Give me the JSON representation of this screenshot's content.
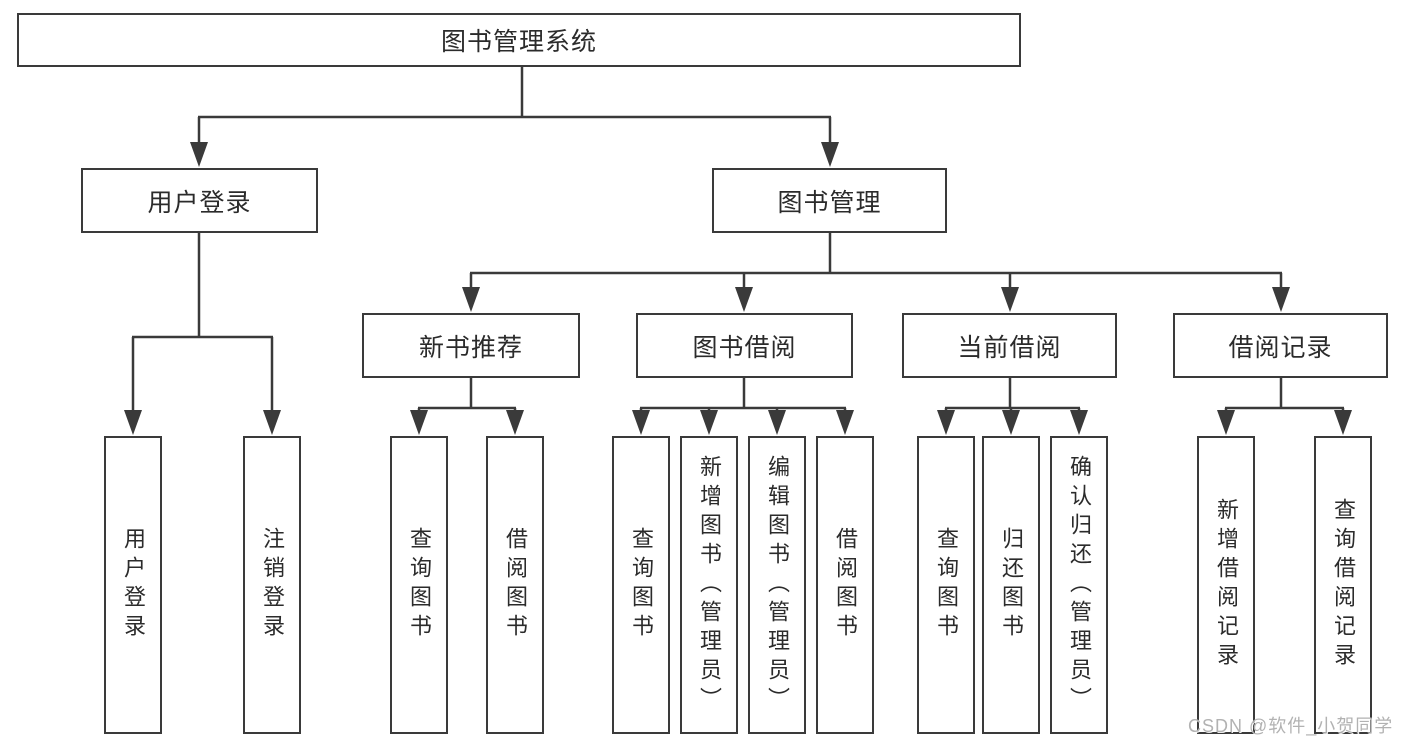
{
  "diagram": {
    "root": {
      "label": "图书管理系统"
    },
    "branches": [
      {
        "label": "用户登录",
        "children": [
          "用户登录",
          "注销登录"
        ]
      },
      {
        "label": "图书管理",
        "modules": [
          {
            "label": "新书推荐",
            "children": [
              "查询图书",
              "借阅图书"
            ]
          },
          {
            "label": "图书借阅",
            "children": [
              "查询图书",
              "新增图书（管理员）",
              "编辑图书（管理员）",
              "借阅图书"
            ]
          },
          {
            "label": "当前借阅",
            "children": [
              "查询图书",
              "归还图书",
              "确认归还（管理员）"
            ]
          },
          {
            "label": "借阅记录",
            "children": [
              "新增借阅记录",
              "查询借阅记录"
            ]
          }
        ]
      }
    ]
  },
  "watermark": {
    "text": "CSDN @软件_小贺同学"
  },
  "colors": {
    "line": "#3a3a3a",
    "box_border": "#3a3a3a",
    "text": "#2b2b2b",
    "watermark": "#b2b2b2",
    "background": "#ffffff"
  }
}
